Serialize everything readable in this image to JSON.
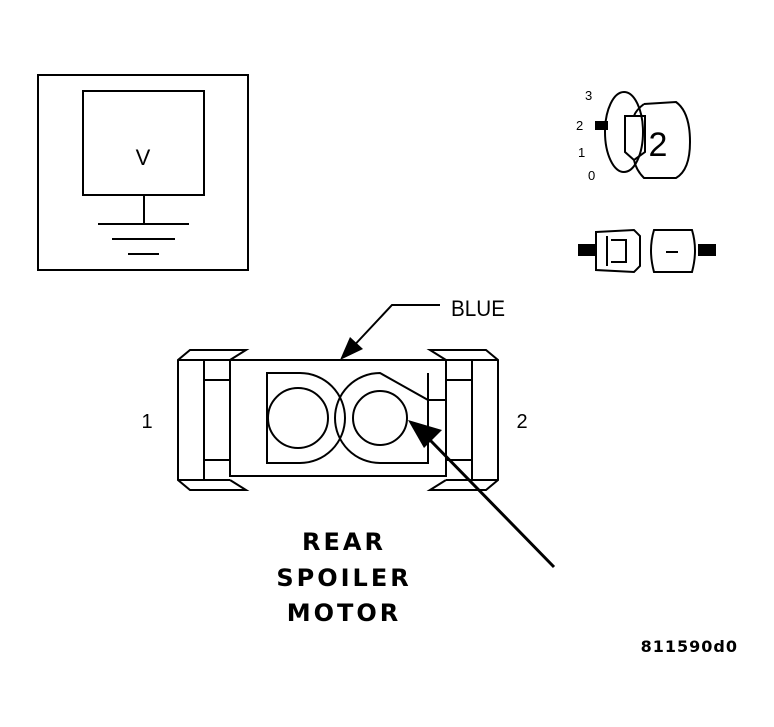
{
  "voltmeter": {
    "symbol": "V"
  },
  "ignition": {
    "positions": [
      "3",
      "2",
      "1",
      "0"
    ],
    "key_position": "2"
  },
  "connector": {
    "color_label": "BLUE",
    "pin_left": "1",
    "pin_right": "2"
  },
  "component": {
    "line1": "REAR",
    "line2": "SPOILER",
    "line3": "MOTOR"
  },
  "figure_id": "811590d0"
}
